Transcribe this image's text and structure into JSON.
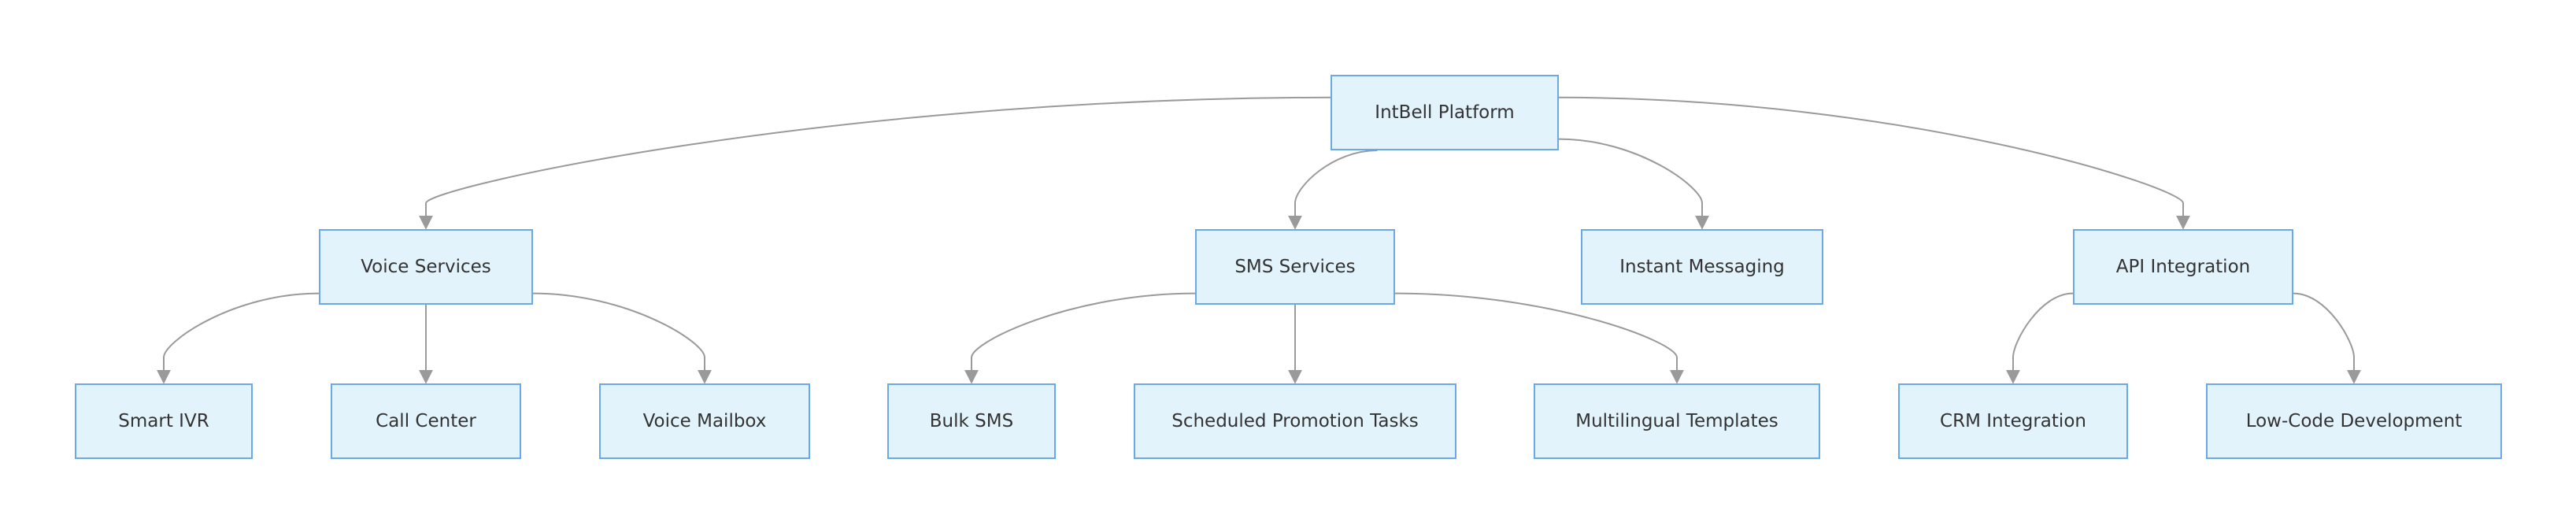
{
  "nodes": {
    "root": "IntBell Platform",
    "voice": "Voice Services",
    "sms": "SMS Services",
    "im": "Instant Messaging",
    "api": "API Integration",
    "ivr": "Smart IVR",
    "call_center": "Call Center",
    "voice_mailbox": "Voice Mailbox",
    "bulk_sms": "Bulk SMS",
    "scheduled": "Scheduled Promotion Tasks",
    "multilingual": "Multilingual Templates",
    "crm": "CRM Integration",
    "lowcode": "Low-Code Development"
  },
  "edges": [
    [
      "root",
      "voice"
    ],
    [
      "root",
      "sms"
    ],
    [
      "root",
      "im"
    ],
    [
      "root",
      "api"
    ],
    [
      "voice",
      "ivr"
    ],
    [
      "voice",
      "call_center"
    ],
    [
      "voice",
      "voice_mailbox"
    ],
    [
      "sms",
      "bulk_sms"
    ],
    [
      "sms",
      "scheduled"
    ],
    [
      "sms",
      "multilingual"
    ],
    [
      "api",
      "crm"
    ],
    [
      "api",
      "lowcode"
    ]
  ],
  "colors": {
    "node_fill": "#e3f3fc",
    "node_border": "#6aa8e8",
    "edge": "#9a9a9a",
    "text": "#333333"
  }
}
